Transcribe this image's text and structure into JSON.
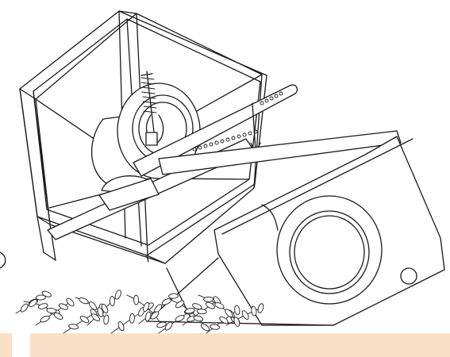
{
  "figure": {
    "parts": [
      {
        "id": "frame",
        "label": ""
      },
      {
        "id": "drum",
        "label": ""
      },
      {
        "id": "spring",
        "label": ""
      },
      {
        "id": "handle-bar",
        "label": ""
      },
      {
        "id": "cutter-housing",
        "label": ""
      },
      {
        "id": "rotor-wheel",
        "label": ""
      },
      {
        "id": "vegetation",
        "label": ""
      }
    ],
    "colors": {
      "line": "#1a1a1a",
      "ground_band": "#fbe0c8",
      "background": "#ffffff",
      "leaf_outline": "#333333"
    }
  }
}
